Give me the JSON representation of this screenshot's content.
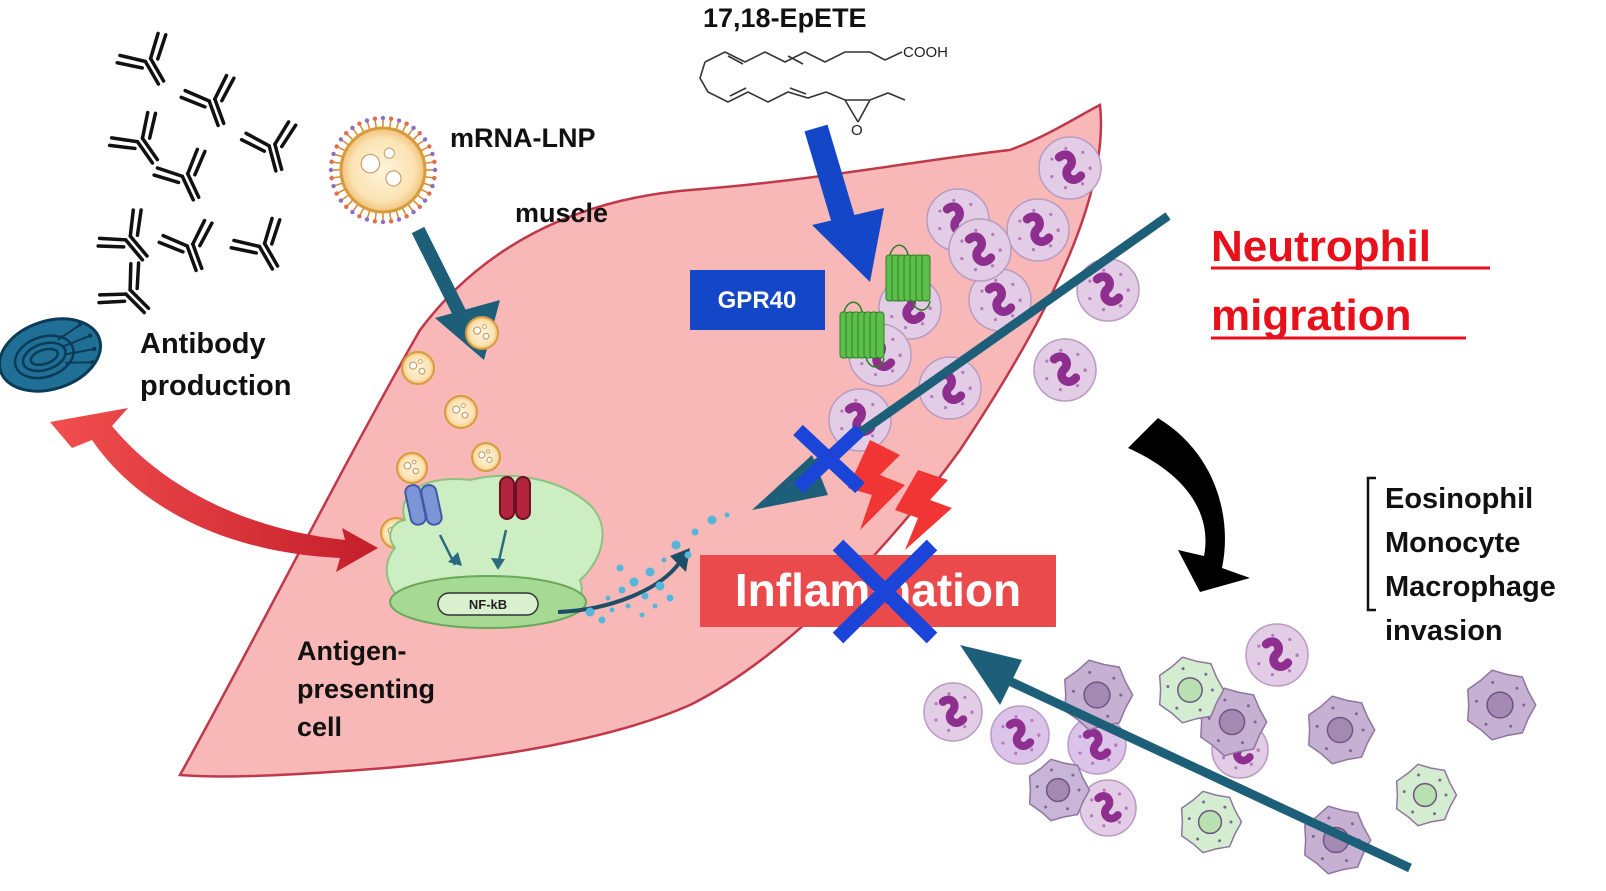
{
  "labels": {
    "mrna_lnp": "mRNA-LNP",
    "muscle": "muscle",
    "compound": "17,18-EpETE",
    "cooh": "COOH",
    "oxygen": "O",
    "receptor": "GPR40",
    "antibody_line1": "Antibody",
    "antibody_line2": "production",
    "nfkb": "NF-kB",
    "apc_line1": "Antigen-",
    "apc_line2": "presenting",
    "apc_line3": "cell",
    "inflammation": "Inflammation",
    "neutrophil_line1": "Neutrophil",
    "neutrophil_line2": "migration",
    "invasion_line1": "Eosinophil",
    "invasion_line2": "Monocyte",
    "invasion_line3": "Macrophage",
    "invasion_line4": "invasion"
  },
  "colors": {
    "muscle_fill": "#f9b8b8",
    "muscle_stroke": "#c0394b",
    "arrow_teal": "#1d5e78",
    "arrow_blue": "#1447c8",
    "gpr40_box": "#1447c8",
    "inflammation_box": "#ea4a4c",
    "neutrophil_text": "#e8101a",
    "block_cross": "#1a45d8",
    "lightning": "#f13434",
    "receptor_green": "#5bbf4a",
    "apc_fill": "#cdeec3",
    "neutrophil_cell": "#e3cde6",
    "macrophage_cell": "#c7b1d2",
    "eosinophil_cell": "#d4ecd0",
    "bcell_blue": "#1f6f97"
  },
  "icons": {
    "antibody": "antibody-y-icon",
    "lnp": "lipid-nanoparticle-icon",
    "bcell": "plasma-cell-icon",
    "block": "block-cross-icon",
    "lightning": "lightning-bolt-icon"
  }
}
